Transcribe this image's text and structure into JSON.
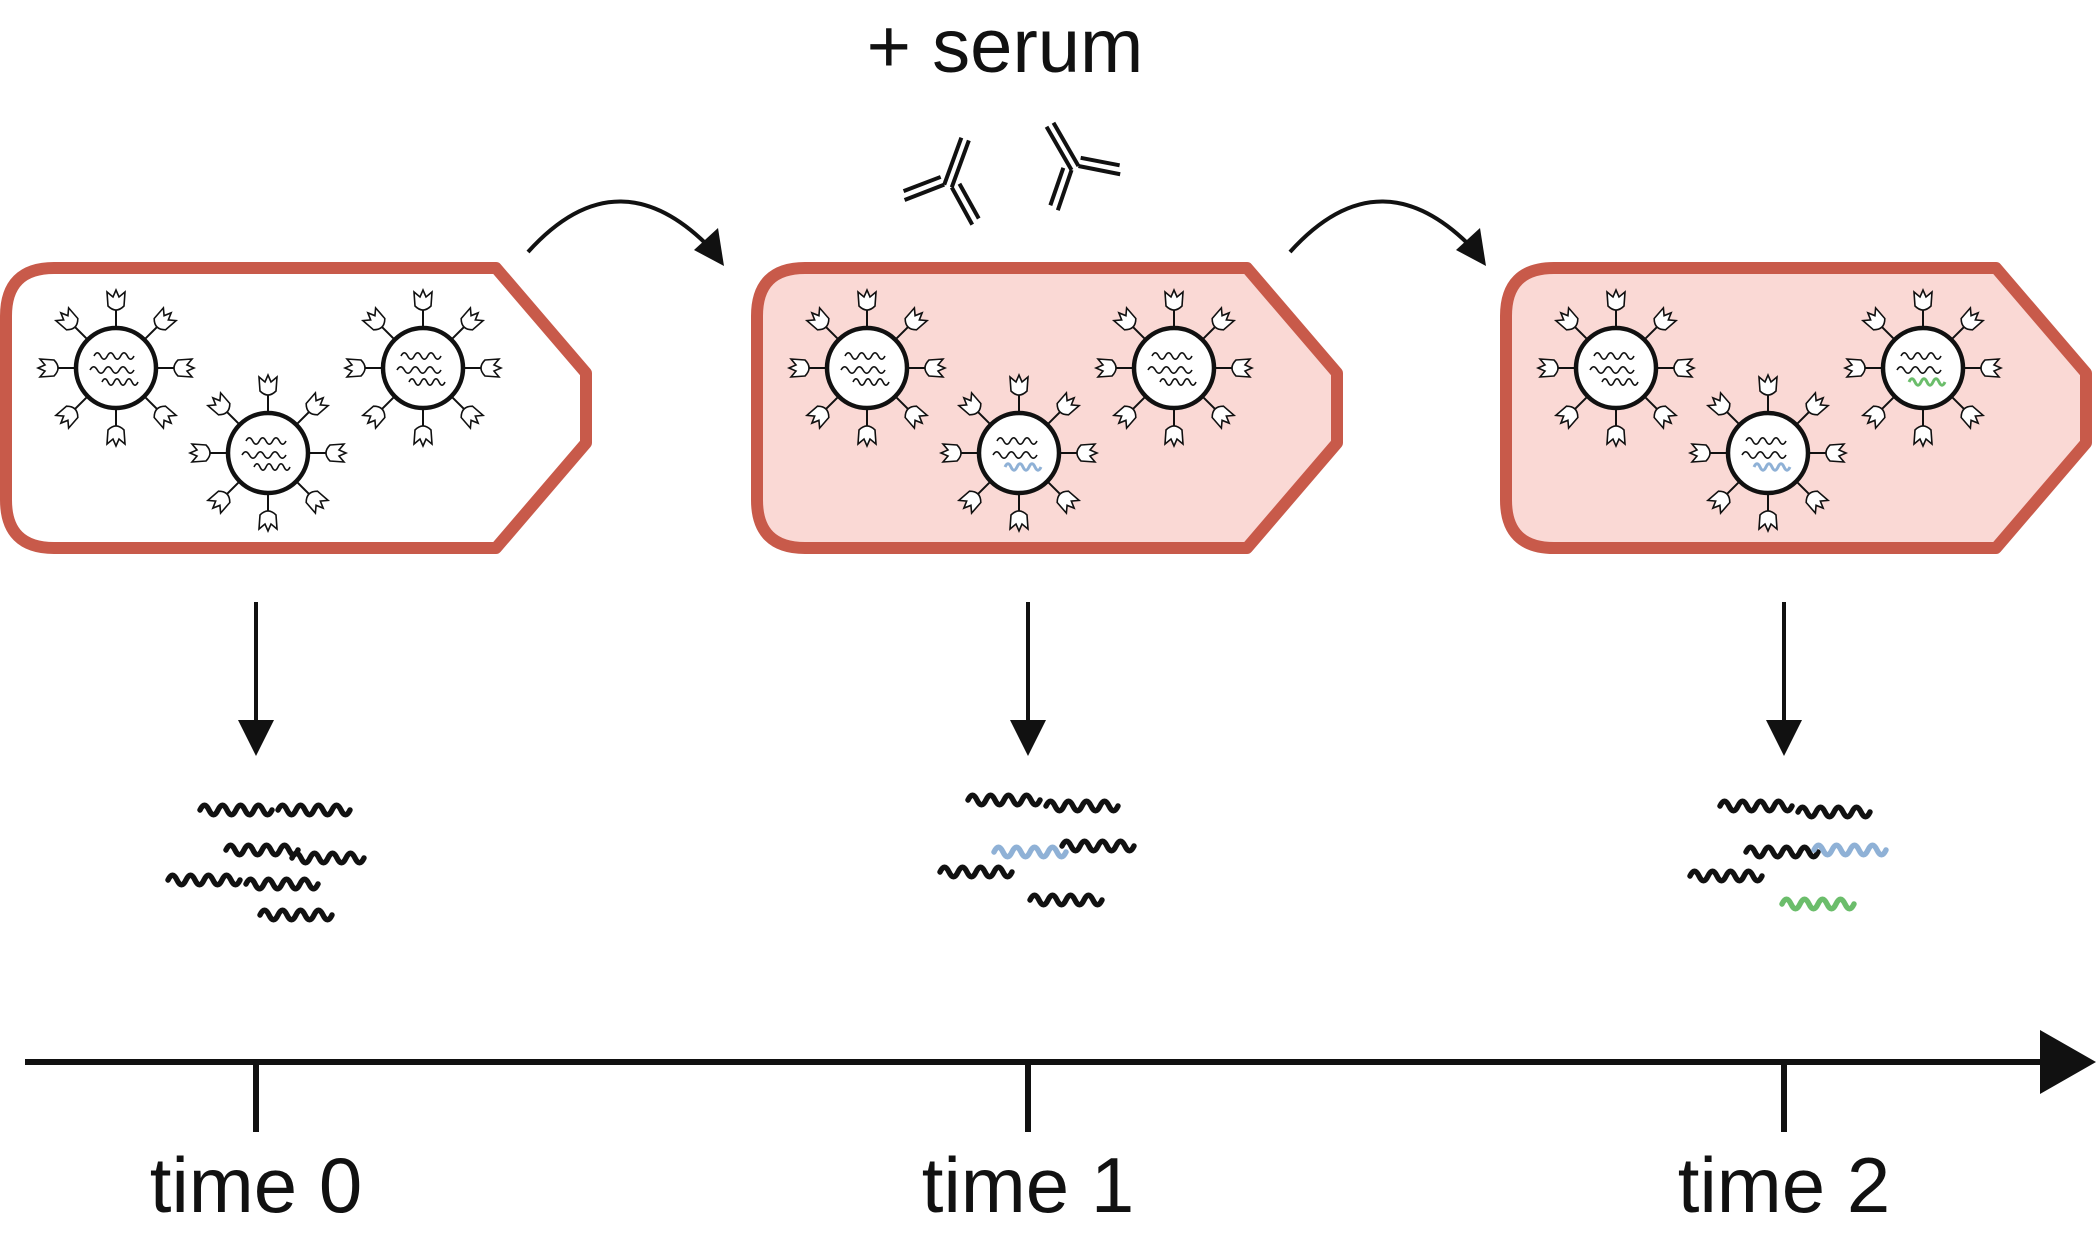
{
  "diagram": {
    "treatment_label": "+ serum",
    "time_labels": [
      "time 0",
      "time 1",
      "time 2"
    ],
    "colors": {
      "flask_border": "#c85a4a",
      "flask_fill_untreated": "#ffffff",
      "flask_fill_serum": "#fad9d5",
      "variant_blue": "#8fb1d6",
      "variant_green": "#6bbd6b",
      "ink": "#111111"
    },
    "stages": [
      {
        "serum": false,
        "sequence_colors": [
          "ink",
          "ink",
          "ink",
          "ink",
          "ink",
          "ink",
          "ink"
        ],
        "virus_genome_colors": [
          "ink",
          "ink",
          "ink"
        ]
      },
      {
        "serum": true,
        "sequence_colors": [
          "ink",
          "ink",
          "ink",
          "blue",
          "ink",
          "ink"
        ],
        "virus_genome_colors": [
          "ink",
          "blue",
          "ink"
        ]
      },
      {
        "serum": true,
        "sequence_colors": [
          "ink",
          "ink",
          "ink",
          "blue",
          "ink",
          "green"
        ],
        "virus_genome_colors": [
          "ink",
          "blue",
          "green"
        ]
      }
    ],
    "icons": [
      "flask-icon",
      "virus-icon",
      "antibody-icon",
      "rna-sequence-icon",
      "arrow-icon"
    ]
  }
}
